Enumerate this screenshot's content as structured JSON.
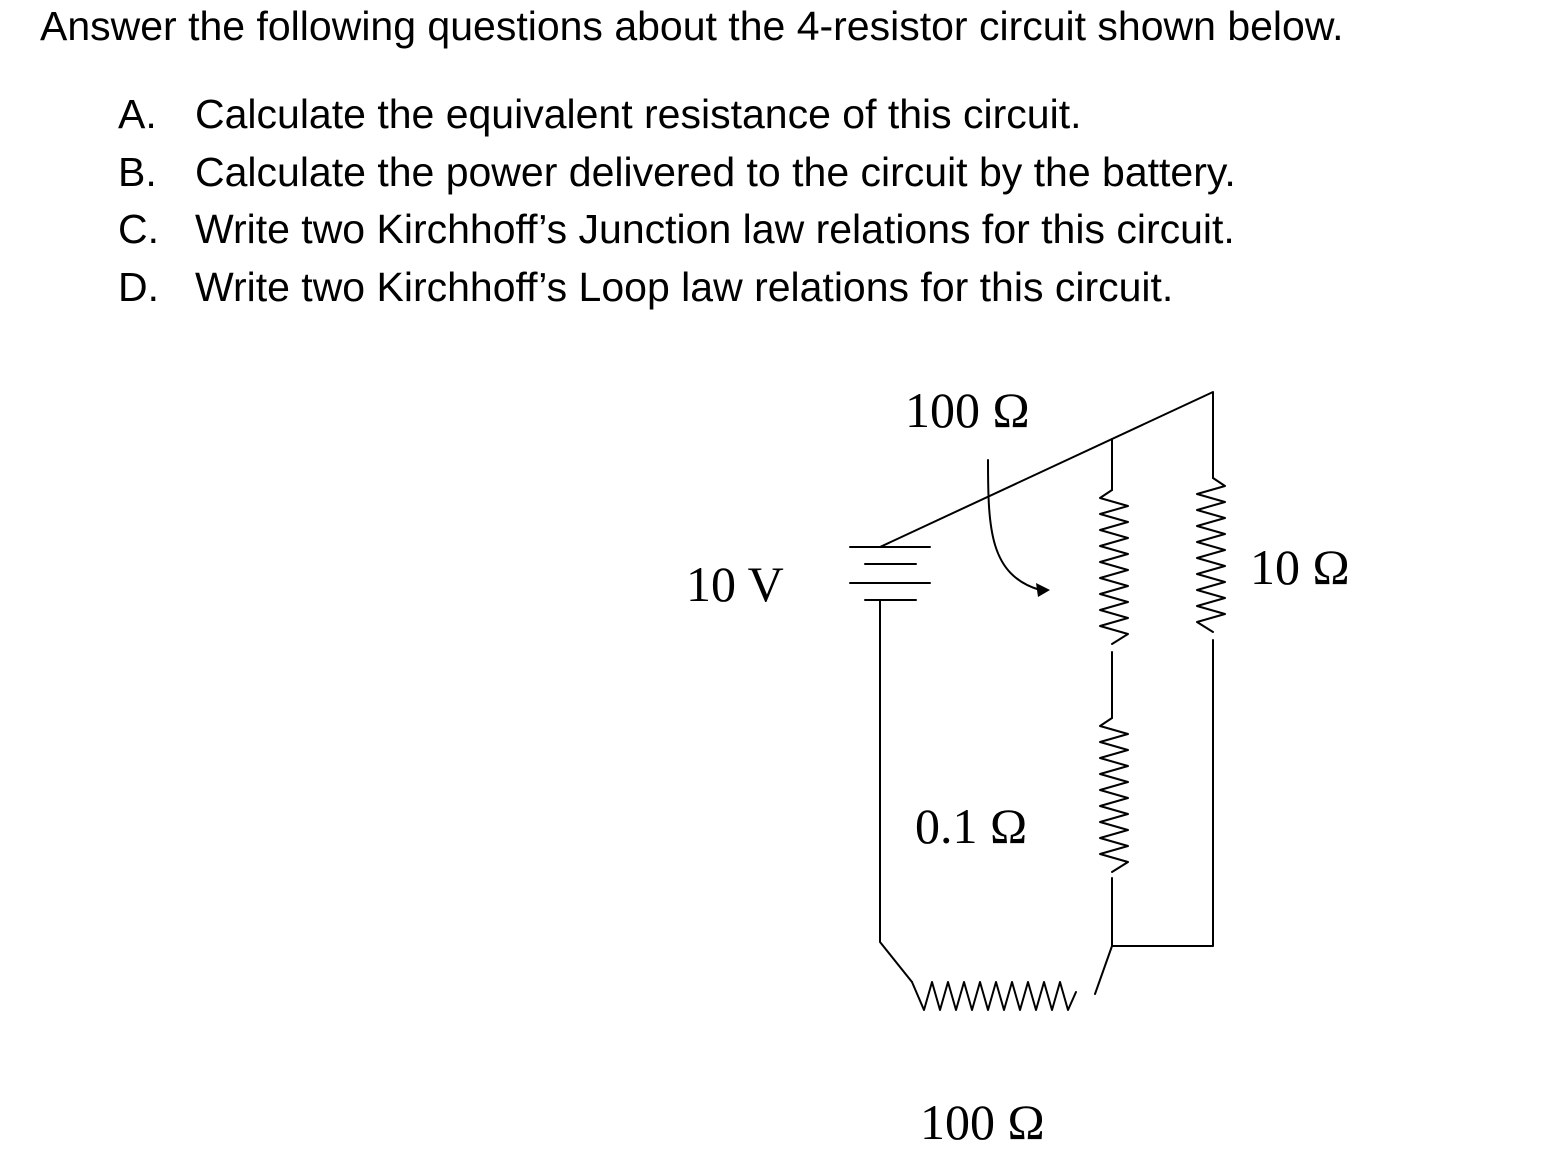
{
  "intro": "Answer the following questions about the 4-resistor circuit shown below.",
  "questions": [
    {
      "letter": "A.",
      "text": "Calculate the equivalent resistance of this circuit."
    },
    {
      "letter": "B.",
      "text": "Calculate the power delivered to the circuit by the battery."
    },
    {
      "letter": "C.",
      "text": "Write two Kirchhoff’s Junction law relations for this circuit."
    },
    {
      "letter": "D.",
      "text": "Write two Kirchhoff’s Loop law relations for this circuit."
    }
  ],
  "circuit": {
    "battery_label": "10 V",
    "top_resistor_label": "100 Ω",
    "right_resistor_label": "10 Ω",
    "middle_resistor_label": "0.1 Ω",
    "bottom_resistor_label": "100 Ω"
  }
}
